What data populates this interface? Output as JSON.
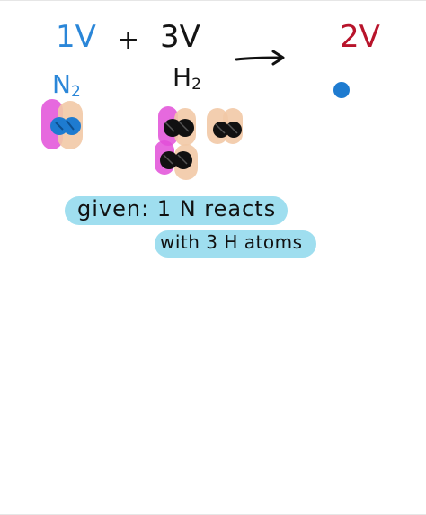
{
  "equation": {
    "reactant1": "1V",
    "plus": "+",
    "reactant2": "3V",
    "product": "2V"
  },
  "labels": {
    "n2": "N",
    "n2_sub": "2",
    "h2": "H",
    "h2_sub": "2"
  },
  "note": {
    "line1": "given:  1 N  reacts",
    "line2": "with  3  H  atoms"
  },
  "colors": {
    "blue": "#2a86d8",
    "red": "#b8142b",
    "pink": "#e24fd8",
    "peach": "#f2c9a6",
    "highlight": "#7fd3ea"
  }
}
